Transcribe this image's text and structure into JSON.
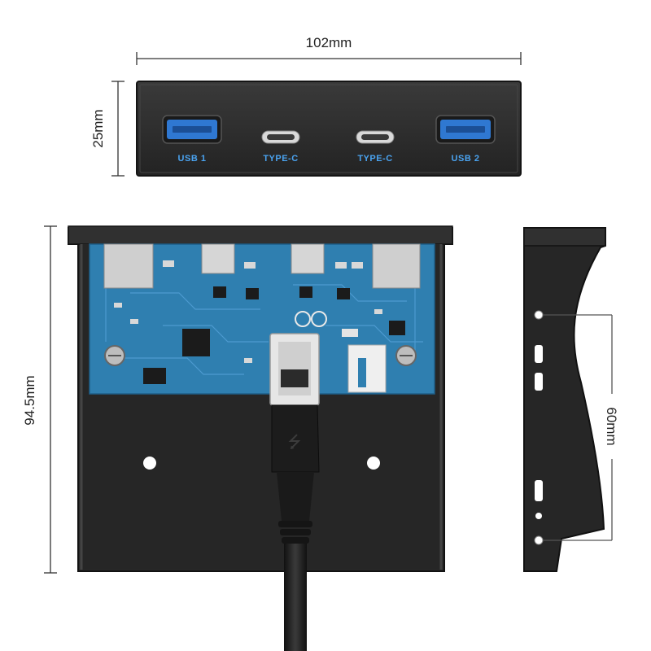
{
  "dimensions": {
    "width": "102mm",
    "height": "25mm",
    "depth": "94.5mm",
    "screw_spacing": "60mm"
  },
  "front_panel": {
    "ports": [
      {
        "label": "USB 1",
        "kind": "usb-a"
      },
      {
        "label": "TYPE-C",
        "kind": "usb-c"
      },
      {
        "label": "TYPE-C",
        "kind": "usb-c"
      },
      {
        "label": "USB 2",
        "kind": "usb-a"
      }
    ]
  },
  "colors": {
    "panel": "#2b2b2b",
    "panel_edge": "#141414",
    "pcb": "#2f7fb0",
    "usb_blue": "#2f78d2",
    "label_blue": "#4aa3f0",
    "dimension_line": "#333333"
  }
}
